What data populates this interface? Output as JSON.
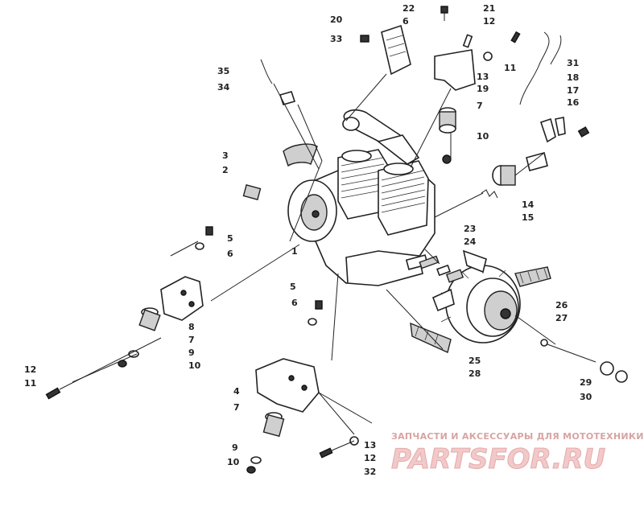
{
  "diagram": {
    "callouts": {
      "c1": "1",
      "c2": "2",
      "c3": "3",
      "c4": "4",
      "c5a": "5",
      "c5b": "5",
      "c6a": "6",
      "c6b": "6",
      "c6c": "6",
      "c7a": "7",
      "c7b": "7",
      "c7c": "7",
      "c8": "8",
      "c9a": "9",
      "c9b": "9",
      "c10a": "10",
      "c10b": "10",
      "c10c": "10",
      "c11a": "11",
      "c11b": "11",
      "c12a": "12",
      "c12b": "12",
      "c12c": "12",
      "c13a": "13",
      "c13b": "13",
      "c14": "14",
      "c15": "15",
      "c16": "16",
      "c17": "17",
      "c18": "18",
      "c19": "19",
      "c20": "20",
      "c21": "21",
      "c22": "22",
      "c23": "23",
      "c24": "24",
      "c25": "25",
      "c26": "26",
      "c27": "27",
      "c28": "28",
      "c29": "29",
      "c30": "30",
      "c31": "31",
      "c32": "32",
      "c33": "33",
      "c34": "34",
      "c35": "35"
    }
  },
  "watermark": {
    "tagline": "ЗАПЧАСТИ И АКСЕССУАРЫ ДЛЯ МОТОТЕХНИКИ",
    "logo": "PARTSFOR.RU"
  }
}
